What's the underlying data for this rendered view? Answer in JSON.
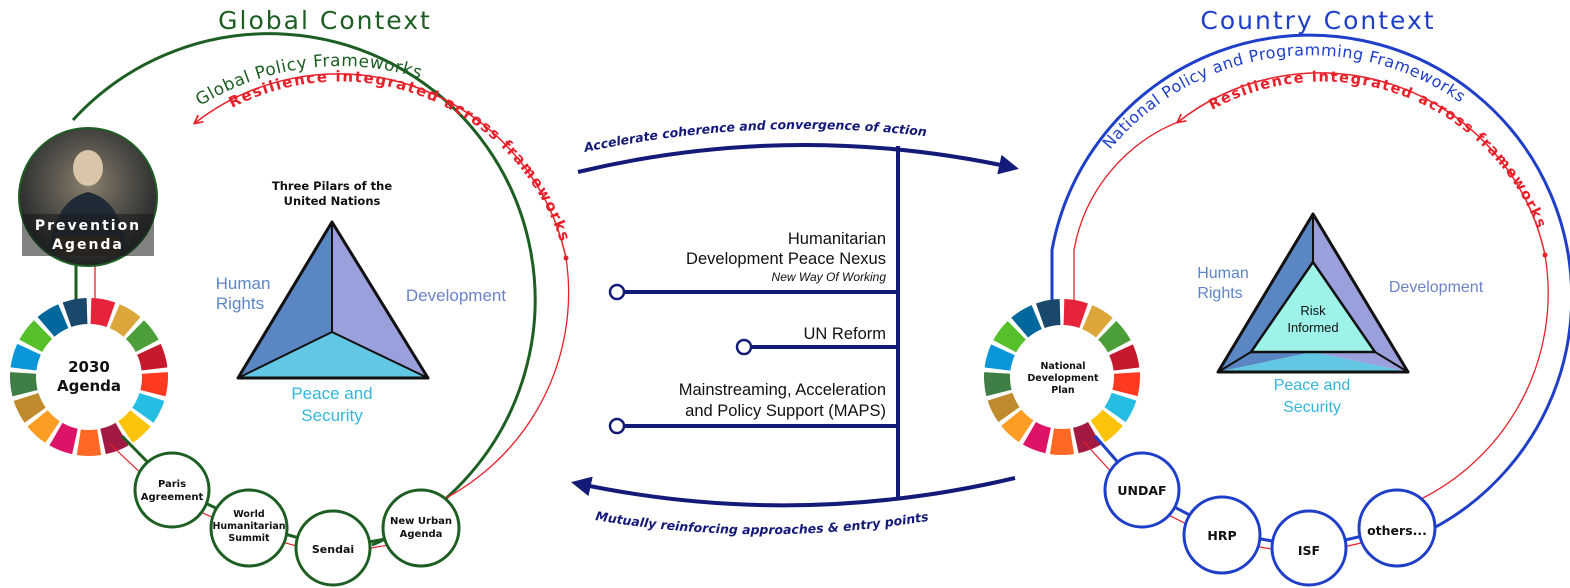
{
  "colors": {
    "global_green": "#1d5e22",
    "country_blue": "#1f3fc9",
    "resilience_red": "#e8202a",
    "navy": "#141a78",
    "pillar_blue": "#5a86c4",
    "pillar_lavender": "#9aa0db",
    "pillar_cyan": "#62c7e3",
    "risk_mint": "#9df3e8",
    "human_rights_text": "#5b86c9",
    "development_text": "#6b84c9",
    "peace_text": "#33b6dc",
    "sdg_wheel": [
      "#e5243b",
      "#dda63a",
      "#4c9f38",
      "#c5192d",
      "#ff3a21",
      "#26bde2",
      "#fcc30b",
      "#a21942",
      "#fd6925",
      "#dd1367",
      "#fd9d24",
      "#bf8b2e",
      "#3f7e44",
      "#0a97d9",
      "#56c02b",
      "#00689d",
      "#19486a"
    ]
  },
  "global": {
    "heading": "Global Context",
    "arc_title": "Global Policy Frameworks",
    "arc_subtitle": "Resilience integrated across frameworks",
    "photo_label_line1": "Prevention",
    "photo_label_line2": "Agenda",
    "wheel_line1": "2030",
    "wheel_line2": "Agenda",
    "pillars_title_line1": "Three Pilars of the",
    "pillars_title_line2": "United Nations",
    "human_line1": "Human",
    "human_line2": "Rights",
    "development": "Development",
    "peace_line1": "Peace and",
    "peace_line2": "Security",
    "nodes": [
      {
        "lines": [
          "Paris",
          "Agreement"
        ]
      },
      {
        "lines": [
          "World",
          "Humanitarian",
          "Summit"
        ]
      },
      {
        "lines": [
          "Sendai"
        ]
      },
      {
        "lines": [
          "New Urban",
          "Agenda"
        ]
      }
    ]
  },
  "middle": {
    "top_arrow_label": "Accelerate coherence and convergence of action",
    "bottom_arrow_label": "Mutually reinforcing approaches & entry points",
    "nexus_line1": "Humanitarian",
    "nexus_line2": "Development Peace Nexus",
    "nexus_subtitle": "New Way Of Working",
    "reform": "UN Reform",
    "maps_line1": "Mainstreaming, Acceleration",
    "maps_line2": "and Policy Support (MAPS)"
  },
  "country": {
    "heading": "Country Context",
    "arc_title": "National Policy and Programming Frameworks",
    "arc_subtitle": "Resilience integrated across frameworks",
    "wheel_line1": "National",
    "wheel_line2": "Development",
    "wheel_line3": "Plan",
    "human_line1": "Human",
    "human_line2": "Rights",
    "development": "Development",
    "risk_line1": "Risk",
    "risk_line2": "Informed",
    "peace_line1": "Peace and",
    "peace_line2": "Security",
    "nodes": [
      {
        "label": "UNDAF"
      },
      {
        "label": "HRP"
      },
      {
        "label": "ISF"
      },
      {
        "label": "others..."
      }
    ]
  }
}
